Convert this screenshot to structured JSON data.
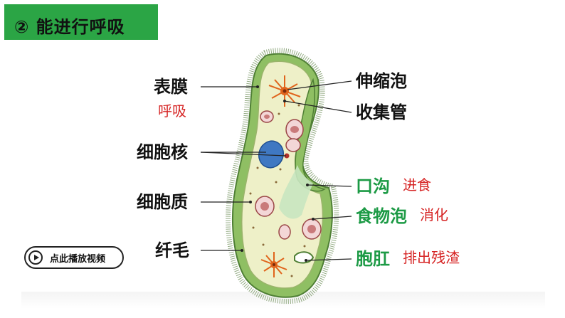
{
  "title": "② 能进行呼吸",
  "video_button": {
    "label": "点此播放视频"
  },
  "labels": {
    "membrane": "表膜",
    "membrane_function": "呼吸",
    "nucleus": "细胞核",
    "cytoplasm": "细胞质",
    "cilia": "纤毛",
    "contractile_vacuole": "伸缩泡",
    "collecting_canal": "收集管",
    "oral_groove": "口沟",
    "oral_groove_function": "进食",
    "food_vacuole": "食物泡",
    "food_vacuole_function": "消化",
    "anal_pore": "胞肛",
    "anal_pore_function": "排出残渣"
  },
  "colors": {
    "banner": "#2ba545",
    "label_green": "#1c9a45",
    "label_red": "#d62424",
    "cell_outer": "#6aa84f",
    "cell_inner": "#eef0c8"
  }
}
